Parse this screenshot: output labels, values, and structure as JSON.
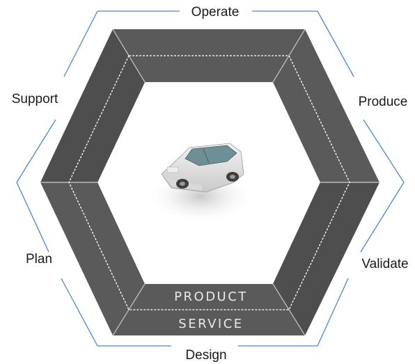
{
  "stages": {
    "top": "Operate",
    "upper_right": "Produce",
    "lower_right": "Validate",
    "bottom": "Design",
    "lower_left": "Plan",
    "upper_left": "Support"
  },
  "ring": {
    "inner_label": "PRODUCT",
    "outer_label": "SERVICE"
  },
  "center_image": {
    "subject": "car-model"
  },
  "colors": {
    "band": "#5a5a5a",
    "band_shade": "#4b4b4b",
    "outline": "#4a86d6",
    "divider": "#ffffff",
    "label_text": "#1a1a1a"
  }
}
